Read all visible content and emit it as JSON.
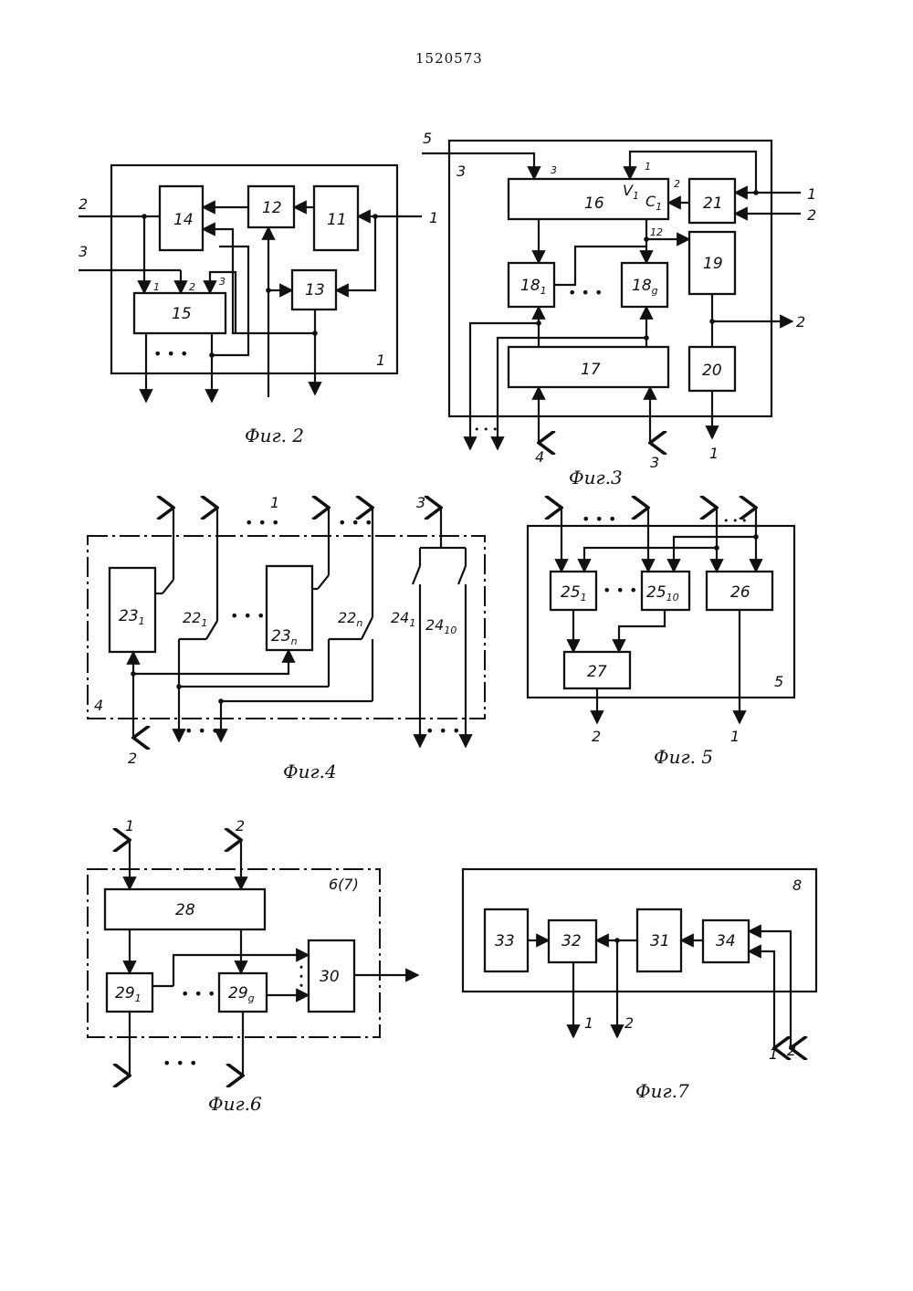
{
  "page": {
    "number": "1520573"
  },
  "figures": {
    "fig2": {
      "caption": "Фиг. 2",
      "frame_label": "1",
      "blocks": {
        "b14": "14",
        "b12": "12",
        "b11": "11",
        "b13": "13",
        "b15": "15"
      },
      "ports": {
        "in2": "2",
        "in3": "3",
        "in1": "1",
        "p1": "1",
        "p2": "2",
        "p3": "3"
      },
      "ellipsis": "• • •"
    },
    "fig3": {
      "caption": "Фиг.3",
      "frame_label": "3",
      "blocks": {
        "b16": "16",
        "b21": "21",
        "b19": "19",
        "b18_1": "18",
        "b18_1_sub": "1",
        "b18_g": "18",
        "b18_g_sub": "g",
        "b17": "17",
        "b20": "20"
      },
      "ports": {
        "in5": "5",
        "p3": "3",
        "p1": "1",
        "v1": "V",
        "v1_sub": "1",
        "c1": "C",
        "c1_sub": "1",
        "p2": "2",
        "p12": "12",
        "in_r1": "1",
        "in_r2": "2",
        "out_r2": "2",
        "in4": "4",
        "in3": "3",
        "out1": "1"
      },
      "ellipsis": "• • •"
    },
    "fig4": {
      "caption": "Фиг.4",
      "frame_label": "4",
      "blocks": {
        "b23_1": "23",
        "b23_1_sub": "1",
        "b23_n": "23",
        "b23_n_sub": "n"
      },
      "ports": {
        "top1": "1",
        "top3": "3",
        "in2": "2"
      },
      "switches": {
        "s22_1": "22",
        "s22_1_sub": "1",
        "s22_n": "22",
        "s22_n_sub": "n",
        "s24_1": "24",
        "s24_1_sub": "1",
        "s24_10": "24",
        "s24_10_sub": "10"
      },
      "ellipsis": "• • •"
    },
    "fig5": {
      "caption": "Фиг. 5",
      "frame_label": "5",
      "blocks": {
        "b25_1": "25",
        "b25_1_sub": "1",
        "b25_10": "25",
        "b25_10_sub": "10",
        "b26": "26",
        "b27": "27"
      },
      "ports": {
        "out2": "2",
        "out1": "1"
      },
      "ellipsis": "• • •"
    },
    "fig6": {
      "caption": "Фиг.6",
      "frame_label": "6(7)",
      "blocks": {
        "b28": "28",
        "b29_1": "29",
        "b29_1_sub": "1",
        "b29_g": "29",
        "b29_g_sub": "g",
        "b30": "30"
      },
      "ports": {
        "in1": "1",
        "in2": "2"
      },
      "ellipsis": "• • •"
    },
    "fig7": {
      "caption": "Фиг.7",
      "frame_label": "8",
      "blocks": {
        "b33": "33",
        "b32": "32",
        "b31": "31",
        "b34": "34"
      },
      "ports": {
        "out1": "1",
        "out2": "2",
        "in1": "1",
        "in2": "2"
      }
    }
  }
}
